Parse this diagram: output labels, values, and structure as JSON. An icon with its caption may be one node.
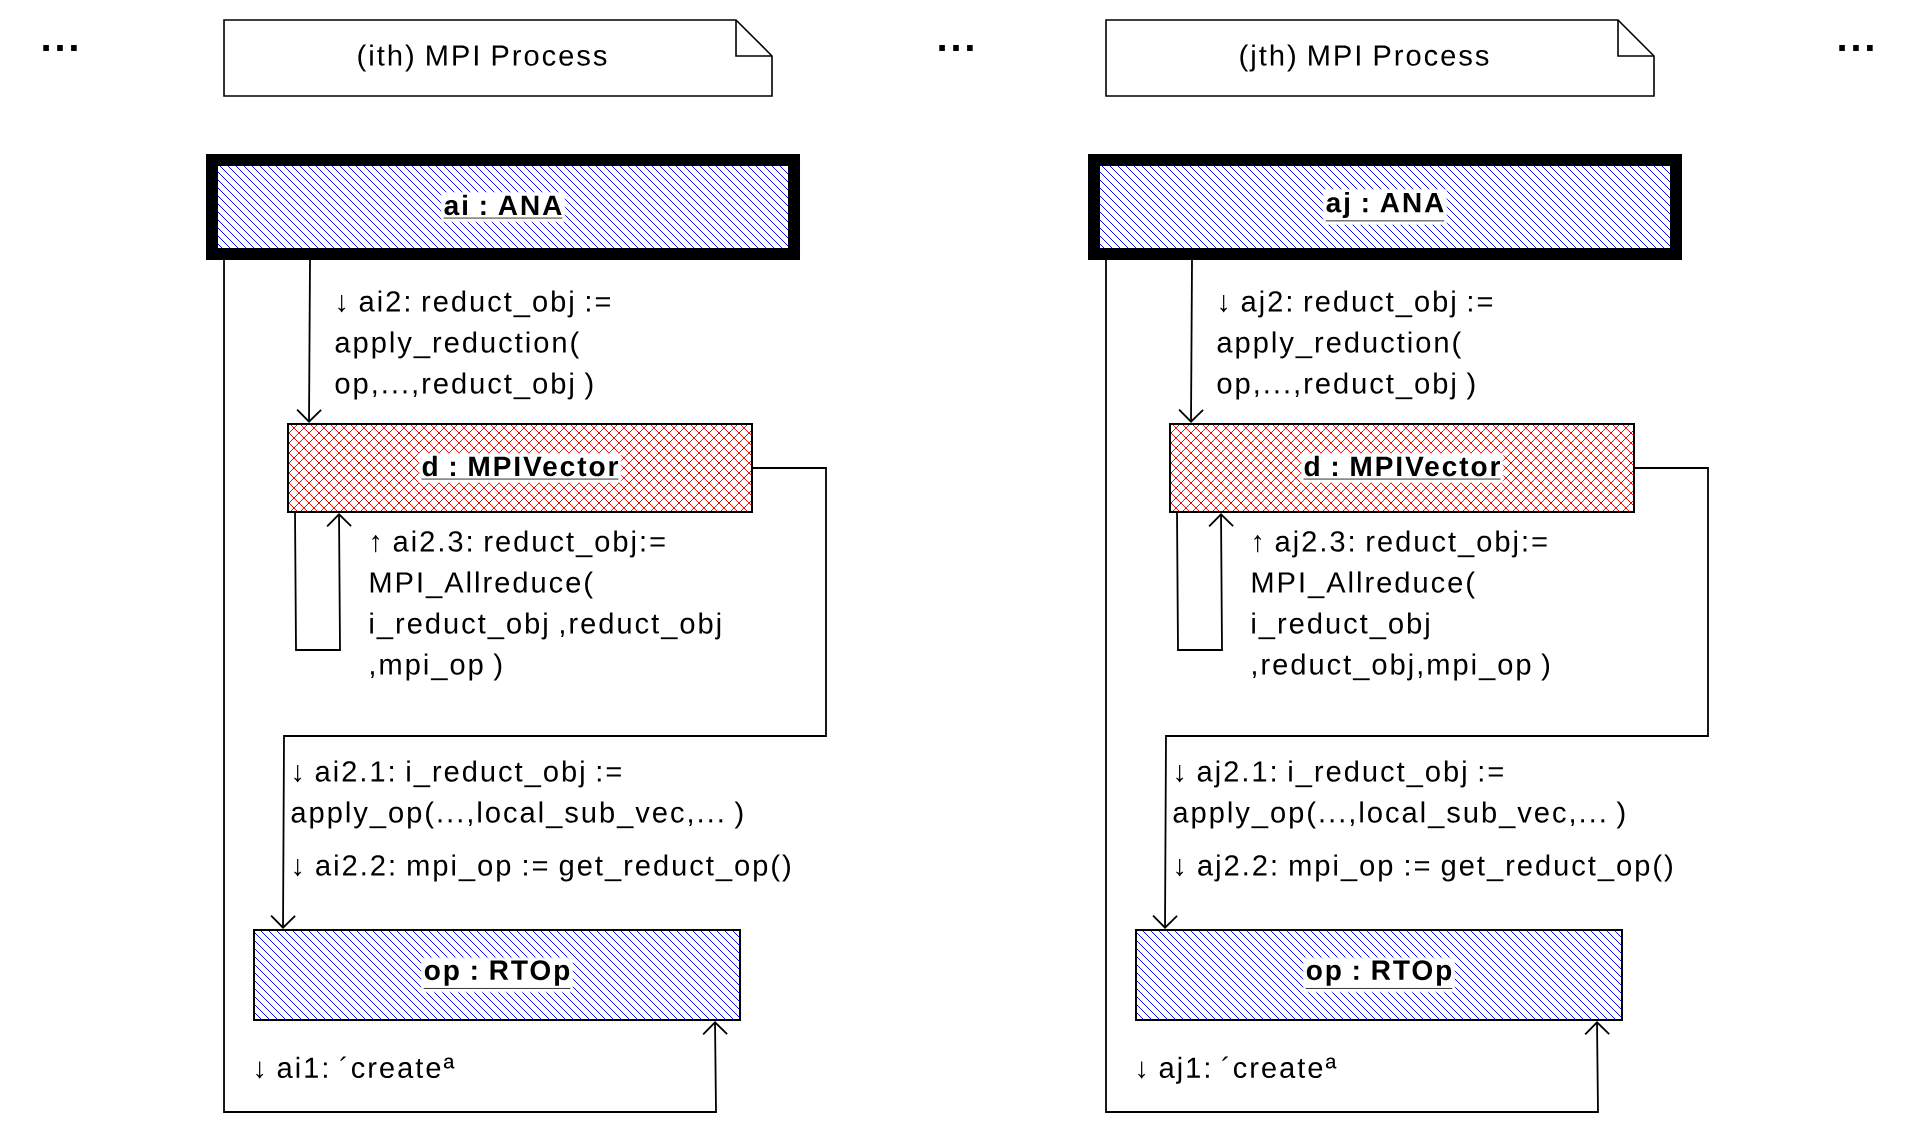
{
  "diagram": {
    "nodes": [
      {
        "text": [
          "(ith) MPI Process"
        ]
      },
      {
        "text": [
          "ai : ANA"
        ]
      },
      {
        "text": [
          "d : MPIVector"
        ]
      },
      {
        "text": [
          "op : RTOp"
        ]
      },
      {
        "text": [
          "(jth) MPI Process"
        ]
      },
      {
        "text": [
          "aj : ANA"
        ]
      },
      {
        "text": [
          "d : MPIVector"
        ]
      },
      {
        "text": [
          "op : RTOp"
        ]
      }
    ],
    "edges": [
      {
        "from": 1,
        "to": 2,
        "arrow": "to",
        "label": "↓ ai2: reduct_obj := apply_reduction( op,...,reduct_obj )"
      },
      {
        "from": 2,
        "to": 2,
        "arrow": "to",
        "label": "↑ ai2.3: reduct_obj:= MPI_Allreduce( i_reduct_obj ,reduct_obj ,mpi_op )"
      },
      {
        "from": 2,
        "to": 3,
        "arrow": "to",
        "label": "↓ ai2.1: i_reduct_obj := apply_op(...,local_sub_vec,... )"
      },
      {
        "from": 1,
        "to": 3,
        "arrow": "to",
        "label": "↓ ai1: ´createª"
      },
      {
        "from": 5,
        "to": 6,
        "arrow": "to",
        "label": "↓ aj2: reduct_obj := apply_reduction( op,...,reduct_obj )"
      },
      {
        "from": 6,
        "to": 6,
        "arrow": "to",
        "label": "↑ aj2.3: reduct_obj:= MPI_Allreduce( i_reduct_obj ,reduct_obj,mpi_op )"
      },
      {
        "from": 6,
        "to": 7,
        "arrow": "to",
        "label": "↓ aj2.1: i_reduct_obj := apply_op(...,local_sub_vec,... )"
      },
      {
        "from": 5,
        "to": 7,
        "arrow": "to",
        "label": "↓ aj1: ´createª"
      }
    ],
    "labels": [
      "...",
      "...",
      "...",
      "↓ ai2.2: mpi_op := get_reduct_op()",
      "↓ aj2.2: mpi_op := get_reduct_op()"
    ]
  }
}
